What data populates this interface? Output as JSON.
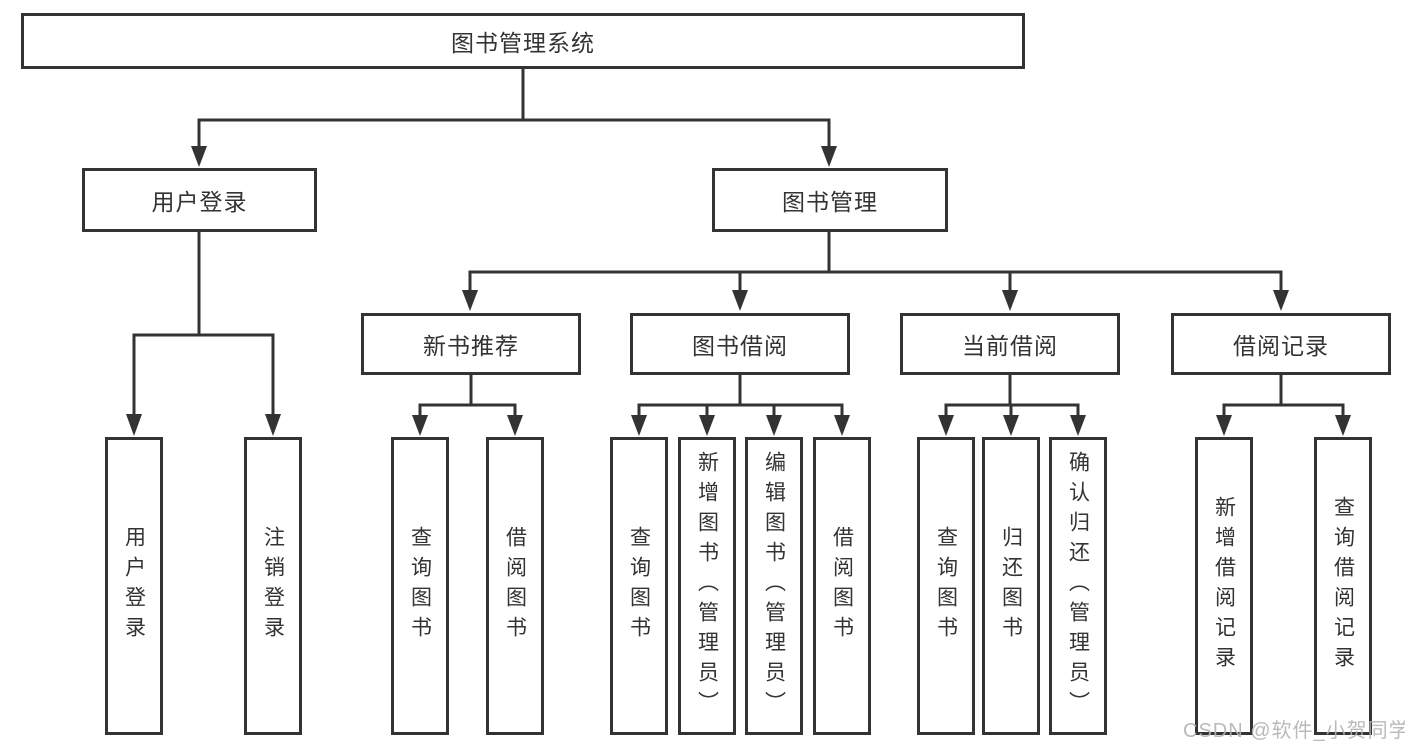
{
  "diagram": {
    "watermark": "CSDN @软件_小贺同学",
    "colors": {
      "line": "#333333",
      "text": "#333333",
      "box_background": "#ffffff",
      "watermark": "#b3b3b3"
    },
    "tree": {
      "label": "图书管理系统",
      "children": [
        {
          "label": "用户登录",
          "children": [
            {
              "label": "用户登录"
            },
            {
              "label": "注销登录"
            }
          ]
        },
        {
          "label": "图书管理",
          "children": [
            {
              "label": "新书推荐",
              "children": [
                {
                  "label": "查询图书"
                },
                {
                  "label": "借阅图书"
                }
              ]
            },
            {
              "label": "图书借阅",
              "children": [
                {
                  "label": "查询图书"
                },
                {
                  "label": "新增图书（管理员）"
                },
                {
                  "label": "编辑图书（管理员）"
                },
                {
                  "label": "借阅图书"
                }
              ]
            },
            {
              "label": "当前借阅",
              "children": [
                {
                  "label": "查询图书"
                },
                {
                  "label": "归还图书"
                },
                {
                  "label": "确认归还（管理员）"
                }
              ]
            },
            {
              "label": "借阅记录",
              "children": [
                {
                  "label": "新增借阅记录"
                },
                {
                  "label": "查询借阅记录"
                }
              ]
            }
          ]
        }
      ]
    }
  }
}
